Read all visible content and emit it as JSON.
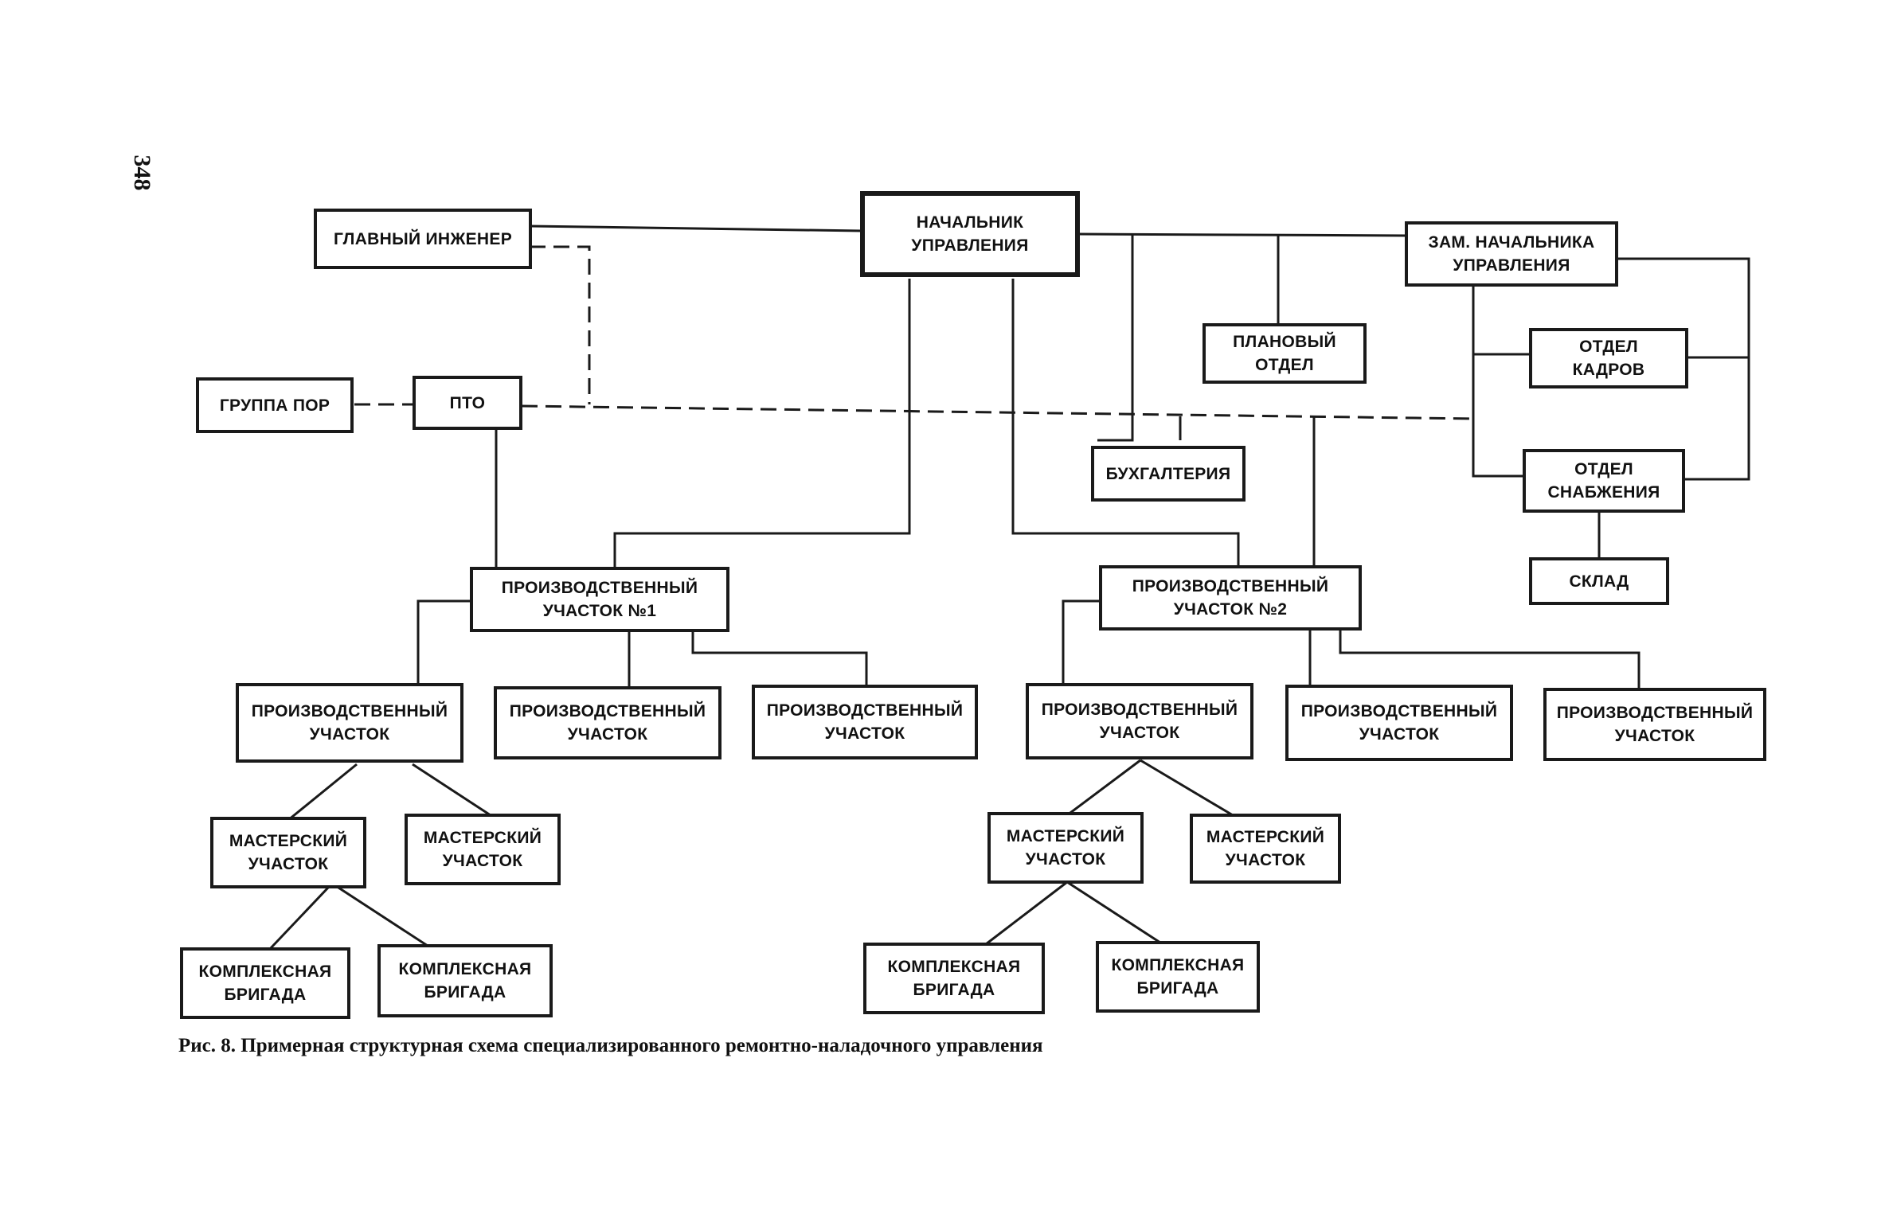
{
  "page_number": "348",
  "caption": "Рис. 8. Примерная структурная схема специализированного ремонтно-наладочного управления",
  "nodes": {
    "head": [
      "НАЧАЛЬНИК",
      "УПРАВЛЕНИЯ"
    ],
    "chief_engineer": [
      "ГЛАВНЫЙ ИНЖЕНЕР"
    ],
    "deputy_head": [
      "ЗАМ. НАЧАЛЬНИКА",
      "УПРАВЛЕНИЯ"
    ],
    "planning": [
      "ПЛАНОВЫЙ",
      "ОТДЕЛ"
    ],
    "hr": [
      "ОТДЕЛ",
      "КАДРОВ"
    ],
    "accounting": [
      "БУХГАЛТЕРИЯ"
    ],
    "supply": [
      "ОТДЕЛ",
      "СНАБЖЕНИЯ"
    ],
    "warehouse": [
      "СКЛАД"
    ],
    "por_group": [
      "ГРУППА ПОР"
    ],
    "pto": [
      "ПТО"
    ],
    "site1": [
      "ПРОИЗВОДСТВЕННЫЙ",
      "УЧАСТОК №1"
    ],
    "site2": [
      "ПРОИЗВОДСТВЕННЫЙ",
      "УЧАСТОК №2"
    ],
    "s1a": [
      "ПРОИЗВОДСТВЕННЫЙ",
      "УЧАСТОК"
    ],
    "s1b": [
      "ПРОИЗВОДСТВЕННЫЙ",
      "УЧАСТОК"
    ],
    "s1c": [
      "ПРОИЗВОДСТВЕННЫЙ",
      "УЧАСТОК"
    ],
    "s2a": [
      "ПРОИЗВОДСТВЕННЫЙ",
      "УЧАСТОК"
    ],
    "s2b": [
      "ПРОИЗВОДСТВЕННЫЙ",
      "УЧАСТОК"
    ],
    "s2c": [
      "ПРОИЗВОДСТВЕННЫЙ",
      "УЧАСТОК"
    ],
    "m1a": [
      "МАСТЕРСКИЙ",
      "УЧАСТОК"
    ],
    "m1b": [
      "МАСТЕРСКИЙ",
      "УЧАСТОК"
    ],
    "m2a": [
      "МАСТЕРСКИЙ",
      "УЧАСТОК"
    ],
    "m2b": [
      "МАСТЕРСКИЙ",
      "УЧАСТОК"
    ],
    "b1a": [
      "КОМПЛЕКСНАЯ",
      "БРИГАДА"
    ],
    "b1b": [
      "КОМПЛЕКСНАЯ",
      "БРИГАДА"
    ],
    "b2a": [
      "КОМПЛЕКСНАЯ",
      "БРИГАДА"
    ],
    "b2b": [
      "КОМПЛЕКСНАЯ",
      "БРИГАДА"
    ]
  }
}
